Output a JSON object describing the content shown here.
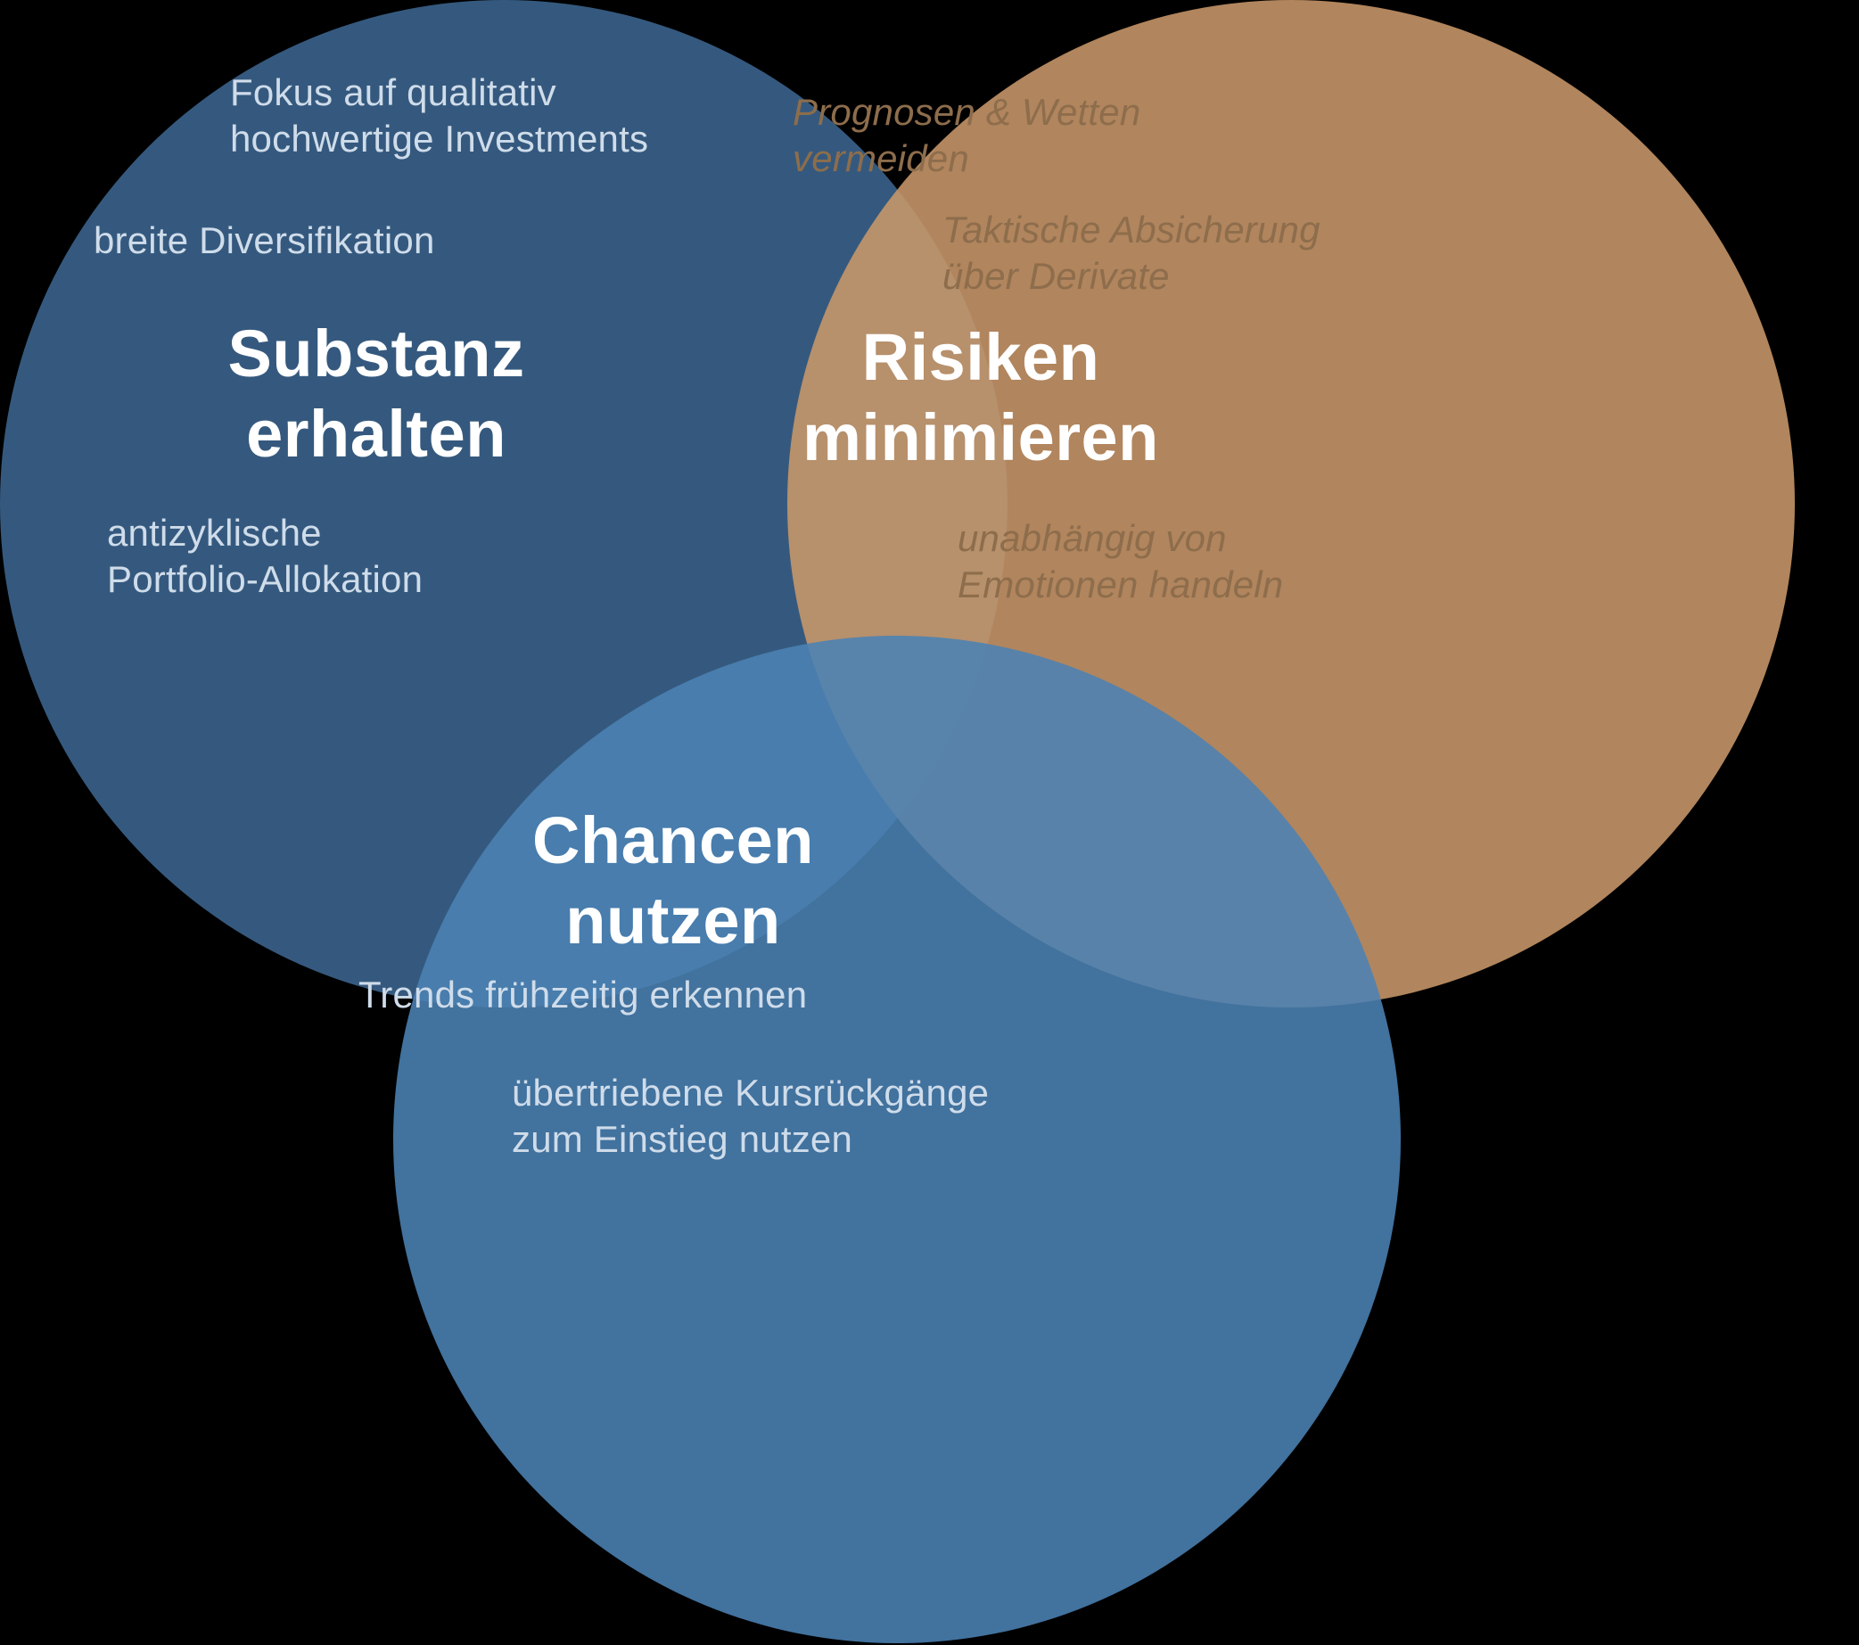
{
  "diagram": {
    "type": "venn",
    "background_color": "#000000",
    "circles": [
      {
        "id": "substanz",
        "title": "Substanz\nerhalten",
        "color": "#35597e",
        "title_color": "#ffffff",
        "item_color": "#cfdcea",
        "item_style": "regular",
        "items": [
          "Fokus auf qualitativ\nhochwertige Investments",
          "breite Diversifikation",
          "antizyklische\nPortfolio-Allokation"
        ]
      },
      {
        "id": "risiken",
        "title": "Risiken\nminimieren",
        "color": "#c9976a",
        "title_color": "#ffffff",
        "item_color": "#8d6d4c",
        "item_style": "italic",
        "items": [
          "Prognosen & Wetten\nvermeiden",
          "Taktische Absicherung\nüber Derivate",
          "unabhängig von\nEmotionen handeln"
        ]
      },
      {
        "id": "chancen",
        "title": "Chancen\nnutzen",
        "color": "#4b82b4",
        "title_color": "#ffffff",
        "item_color": "#cfdcea",
        "item_style": "regular",
        "items": [
          "Trends frühzeitig erkennen",
          "übertriebene Kursrückgänge\nzum Einstieg nutzen"
        ]
      }
    ],
    "labels": {
      "substanz_title": "Substanz\nerhalten",
      "substanz_item_1": "Fokus auf qualitativ\nhochwertige Investments",
      "substanz_item_2": "breite Diversifikation",
      "substanz_item_3": "antizyklische\nPortfolio-Allokation",
      "risiken_title": "Risiken\nminimieren",
      "risiken_item_1": "Prognosen & Wetten\nvermeiden",
      "risiken_item_2": "Taktische Absicherung\nüber Derivate",
      "risiken_item_3": "unabhängig von\nEmotionen handeln",
      "chancen_title": "Chancen\nnutzen",
      "chancen_item_1": "Trends frühzeitig erkennen",
      "chancen_item_2": "übertriebene Kursrückgänge\nzum Einstieg nutzen"
    }
  }
}
